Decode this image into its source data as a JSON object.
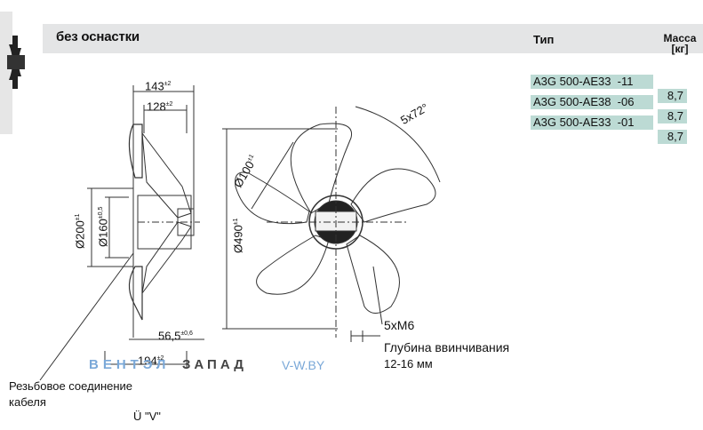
{
  "header": {
    "title": "без оснастки",
    "col_type": "Тип",
    "col_mass_1": "Масса",
    "col_mass_2": "[кг]"
  },
  "rows": [
    {
      "type": "A3G 500-AE33  -11",
      "mass": "8,7"
    },
    {
      "type": "A3G 500-AE38  -06",
      "mass": "8,7"
    },
    {
      "type": "A3G 500-AE33  -01",
      "mass": "8,7"
    }
  ],
  "dims": {
    "d143": "143",
    "d143_tol": "±2",
    "d128": "128",
    "d128_tol": "±2",
    "d200": "Ø200",
    "d200_tol": "±1",
    "d160": "Ø160",
    "d160_tol": "±0,5",
    "d565": "56,5",
    "d565_tol": "±0,6",
    "d194": "194",
    "d194_tol": "±2",
    "d100": "Ø100",
    "d100_tol": "±1",
    "d490": "Ø490",
    "d490_tol": "±1",
    "angle": "5x72°"
  },
  "labels": {
    "thread": "5xM6",
    "depth_1": "Глубина ввинчивания",
    "depth_2": "12-16 мм",
    "cable_1": "Резьбовое соединение",
    "cable_2": "кабеля",
    "view": "Ü \"V\""
  },
  "watermark": {
    "left": "ВЕНТЭЛ",
    "mid": "ЗАПАД",
    "url": "V-W.BY"
  },
  "colors": {
    "header_bg": "#e4e5e6",
    "row_bg": "#bcdad4",
    "watermark_blue": "#7aa8d8"
  }
}
